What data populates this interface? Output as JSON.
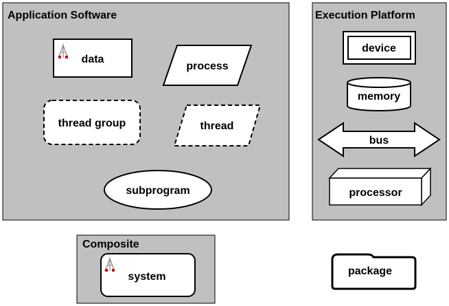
{
  "colors": {
    "panel_fill": "#c0c0c0",
    "shape_fill": "#ffffff",
    "stroke": "#000000",
    "icon_accent": "#d40000"
  },
  "panels": {
    "application_software": {
      "title": "Application Software",
      "components": {
        "data": "data",
        "process": "process",
        "thread_group": "thread group",
        "thread": "thread",
        "subprogram": "subprogram"
      }
    },
    "execution_platform": {
      "title": "Execution Platform",
      "components": {
        "device": "device",
        "memory": "memory",
        "bus": "bus",
        "processor": "processor"
      }
    },
    "composite": {
      "title": "Composite",
      "components": {
        "system": "system"
      }
    }
  },
  "package": {
    "label": "package"
  },
  "icons": {
    "data": "aadl-implementation-icon",
    "system": "aadl-implementation-icon"
  }
}
